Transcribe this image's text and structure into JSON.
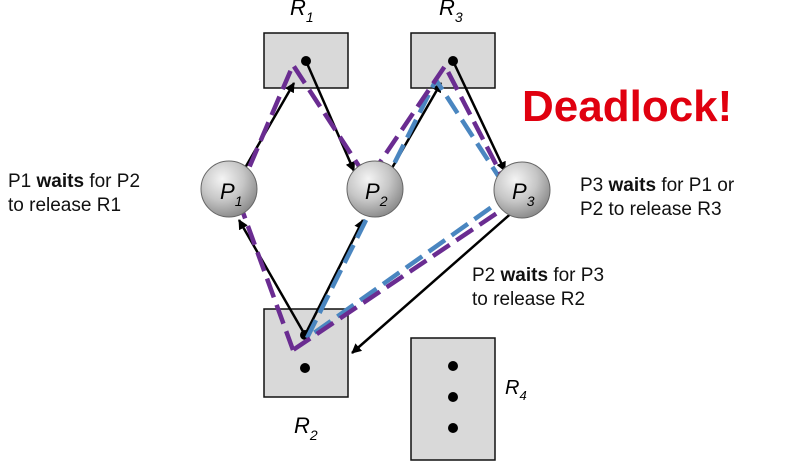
{
  "headline": "Deadlock!",
  "resources": {
    "r1": {
      "letter": "R",
      "sub": "1"
    },
    "r2": {
      "letter": "R",
      "sub": "2"
    },
    "r3": {
      "letter": "R",
      "sub": "3"
    },
    "r4": {
      "letter": "R",
      "sub": "4"
    }
  },
  "processes": {
    "p1": {
      "letter": "P",
      "sub": "1"
    },
    "p2": {
      "letter": "P",
      "sub": "2"
    },
    "p3": {
      "letter": "P",
      "sub": "3"
    }
  },
  "notes": {
    "p1": {
      "line1_pre": "P1 ",
      "line1_bold": "waits",
      "line1_post": " for P2",
      "line2": "to release R1"
    },
    "p3": {
      "line1_pre": "P3 ",
      "line1_bold": "waits",
      "line1_post": " for P1 or",
      "line2": "P2 to release R3"
    },
    "p2": {
      "line1_pre": "P2 ",
      "line1_bold": "waits",
      "line1_post": " for P3",
      "line2": "to release R2"
    }
  },
  "colors": {
    "accent_red": "#e0000f",
    "cycle_purple": "#6a2c91",
    "cycle_blue": "#4a86c0",
    "box_fill": "#d9d9d9",
    "process_fill": "#c8c8c8"
  }
}
